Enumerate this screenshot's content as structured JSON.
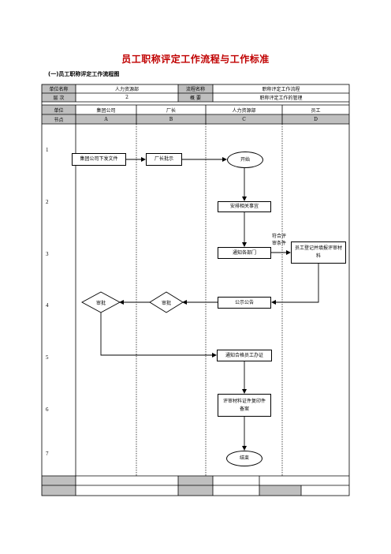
{
  "page": {
    "title": "员工职称评定工作流程与工作标准",
    "subtitle": "(一)员工职称评定工作流程图"
  },
  "header": {
    "unit_name_label": "单位名称",
    "unit_name_value": "人力资源部",
    "process_name_label": "流程名称",
    "process_name_value": "职称评定工作流程",
    "level_label": "层    次",
    "level_value": "2",
    "summary_label": "概    要",
    "summary_value": "职称评定工作的管理",
    "unit_label": "单位",
    "node_label": "节点",
    "lanes": [
      {
        "name": "集团公司",
        "code": "A"
      },
      {
        "name": "厂长",
        "code": "B"
      },
      {
        "name": "人力资源部",
        "code": "C"
      },
      {
        "name": "员工",
        "code": "D"
      }
    ]
  },
  "rows": [
    "1",
    "2",
    "3",
    "4",
    "5",
    "6",
    "7"
  ],
  "nodes": {
    "group_issue": "集团公司下发文件",
    "director_approve": "厂长批示",
    "start": "开始",
    "arrange": "安排相关事宜",
    "notify_depts": "通知各部门",
    "employee_register": "员工登记并填报评审材料",
    "publish": "公示公告",
    "approve_b": "审批",
    "approve_a": "审批",
    "notify_qualified": "通知合格员工办证",
    "review_archive": "评审材料证件复印件备案",
    "end": "结束"
  },
  "annotations": {
    "meets_criteria": "符合评审条件"
  }
}
